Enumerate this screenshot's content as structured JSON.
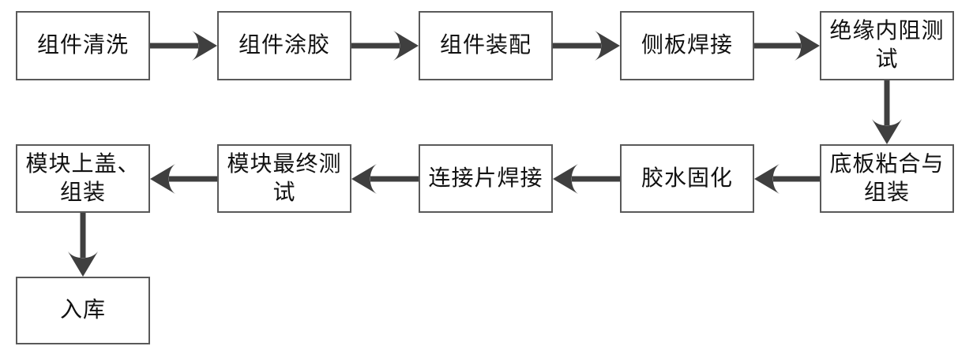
{
  "diagram": {
    "type": "flowchart",
    "nodes": [
      {
        "id": "component-cleaning",
        "label": "组件清洗"
      },
      {
        "id": "component-gluing",
        "label": "组件涂胶"
      },
      {
        "id": "component-assembly",
        "label": "组件装配"
      },
      {
        "id": "side-plate-welding",
        "label": "侧板焊接"
      },
      {
        "id": "insulation-resistance-test",
        "label": "绝缘内阻测\n试"
      },
      {
        "id": "base-plate-bonding-assembly",
        "label": "底板粘合与\n组装"
      },
      {
        "id": "glue-curing",
        "label": "胶水固化"
      },
      {
        "id": "connector-tab-welding",
        "label": "连接片焊接"
      },
      {
        "id": "module-final-test",
        "label": "模块最终测\n试"
      },
      {
        "id": "module-top-cover-assembly",
        "label": "模块上盖、\n组装"
      },
      {
        "id": "warehousing",
        "label": "入库"
      }
    ],
    "connections": [
      {
        "from": "component-cleaning",
        "to": "component-gluing",
        "direction": "right"
      },
      {
        "from": "component-gluing",
        "to": "component-assembly",
        "direction": "right"
      },
      {
        "from": "component-assembly",
        "to": "side-plate-welding",
        "direction": "right"
      },
      {
        "from": "side-plate-welding",
        "to": "insulation-resistance-test",
        "direction": "right"
      },
      {
        "from": "insulation-resistance-test",
        "to": "base-plate-bonding-assembly",
        "direction": "down"
      },
      {
        "from": "base-plate-bonding-assembly",
        "to": "glue-curing",
        "direction": "left"
      },
      {
        "from": "glue-curing",
        "to": "connector-tab-welding",
        "direction": "left"
      },
      {
        "from": "connector-tab-welding",
        "to": "module-final-test",
        "direction": "left"
      },
      {
        "from": "module-final-test",
        "to": "module-top-cover-assembly",
        "direction": "left"
      },
      {
        "from": "module-top-cover-assembly",
        "to": "warehousing",
        "direction": "down"
      }
    ],
    "colors": {
      "background": "#ffffff",
      "box_fill": "#ffffff",
      "box_border": "#595959",
      "arrow": "#3f3f3f",
      "text": "#111111"
    }
  }
}
